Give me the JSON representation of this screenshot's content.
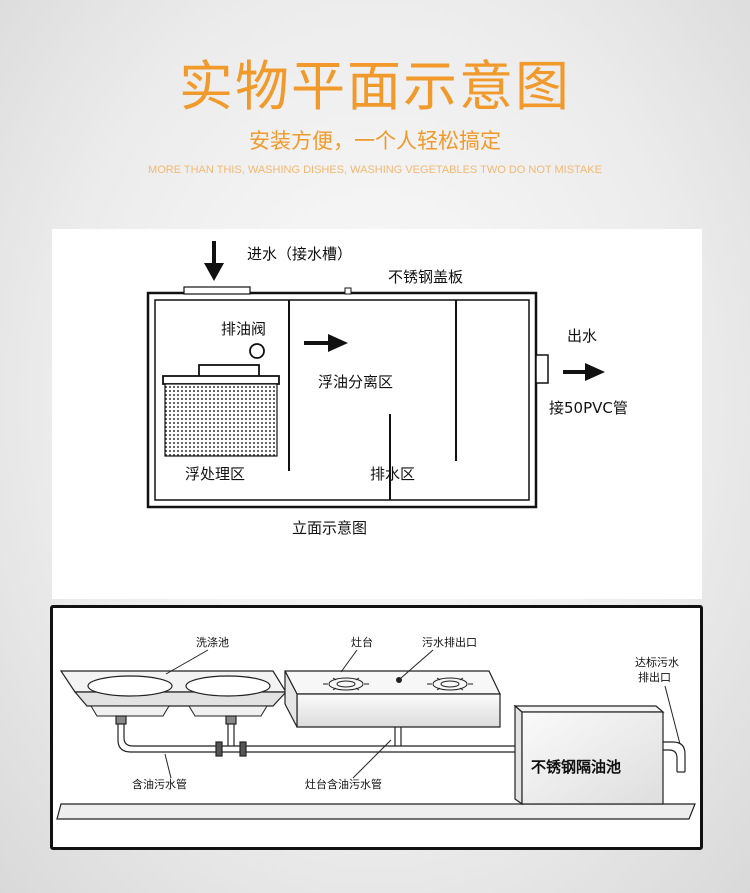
{
  "header": {
    "title": "实物平面示意图",
    "subtitle": "安装方便，一个人轻松搞定",
    "caption": "MORE THAN THIS, WASHING DISHES, WASHING VEGETABLES TWO DO NOT MISTAKE"
  },
  "elevation": {
    "water_in": "进水（接水槽）",
    "cover": "不锈钢盖板",
    "oil_valve": "排油阀",
    "separation_zone": "浮油分离区",
    "water_out": "出水",
    "pvc": "接50PVC管",
    "float_zone": "浮处理区",
    "drain_zone": "排水区",
    "caption": "立面示意图"
  },
  "install": {
    "sink": "洗涤池",
    "stove": "灶台",
    "stove_outlet": "污水排出口",
    "discharge_line1": "达标污水",
    "discharge_line2": "排出口",
    "oily_pipe": "含油污水管",
    "stove_pipe": "灶台含油污水管",
    "tank": "不锈钢隔油池"
  },
  "colors": {
    "accent": "#f19a2b",
    "line": "#111111"
  }
}
